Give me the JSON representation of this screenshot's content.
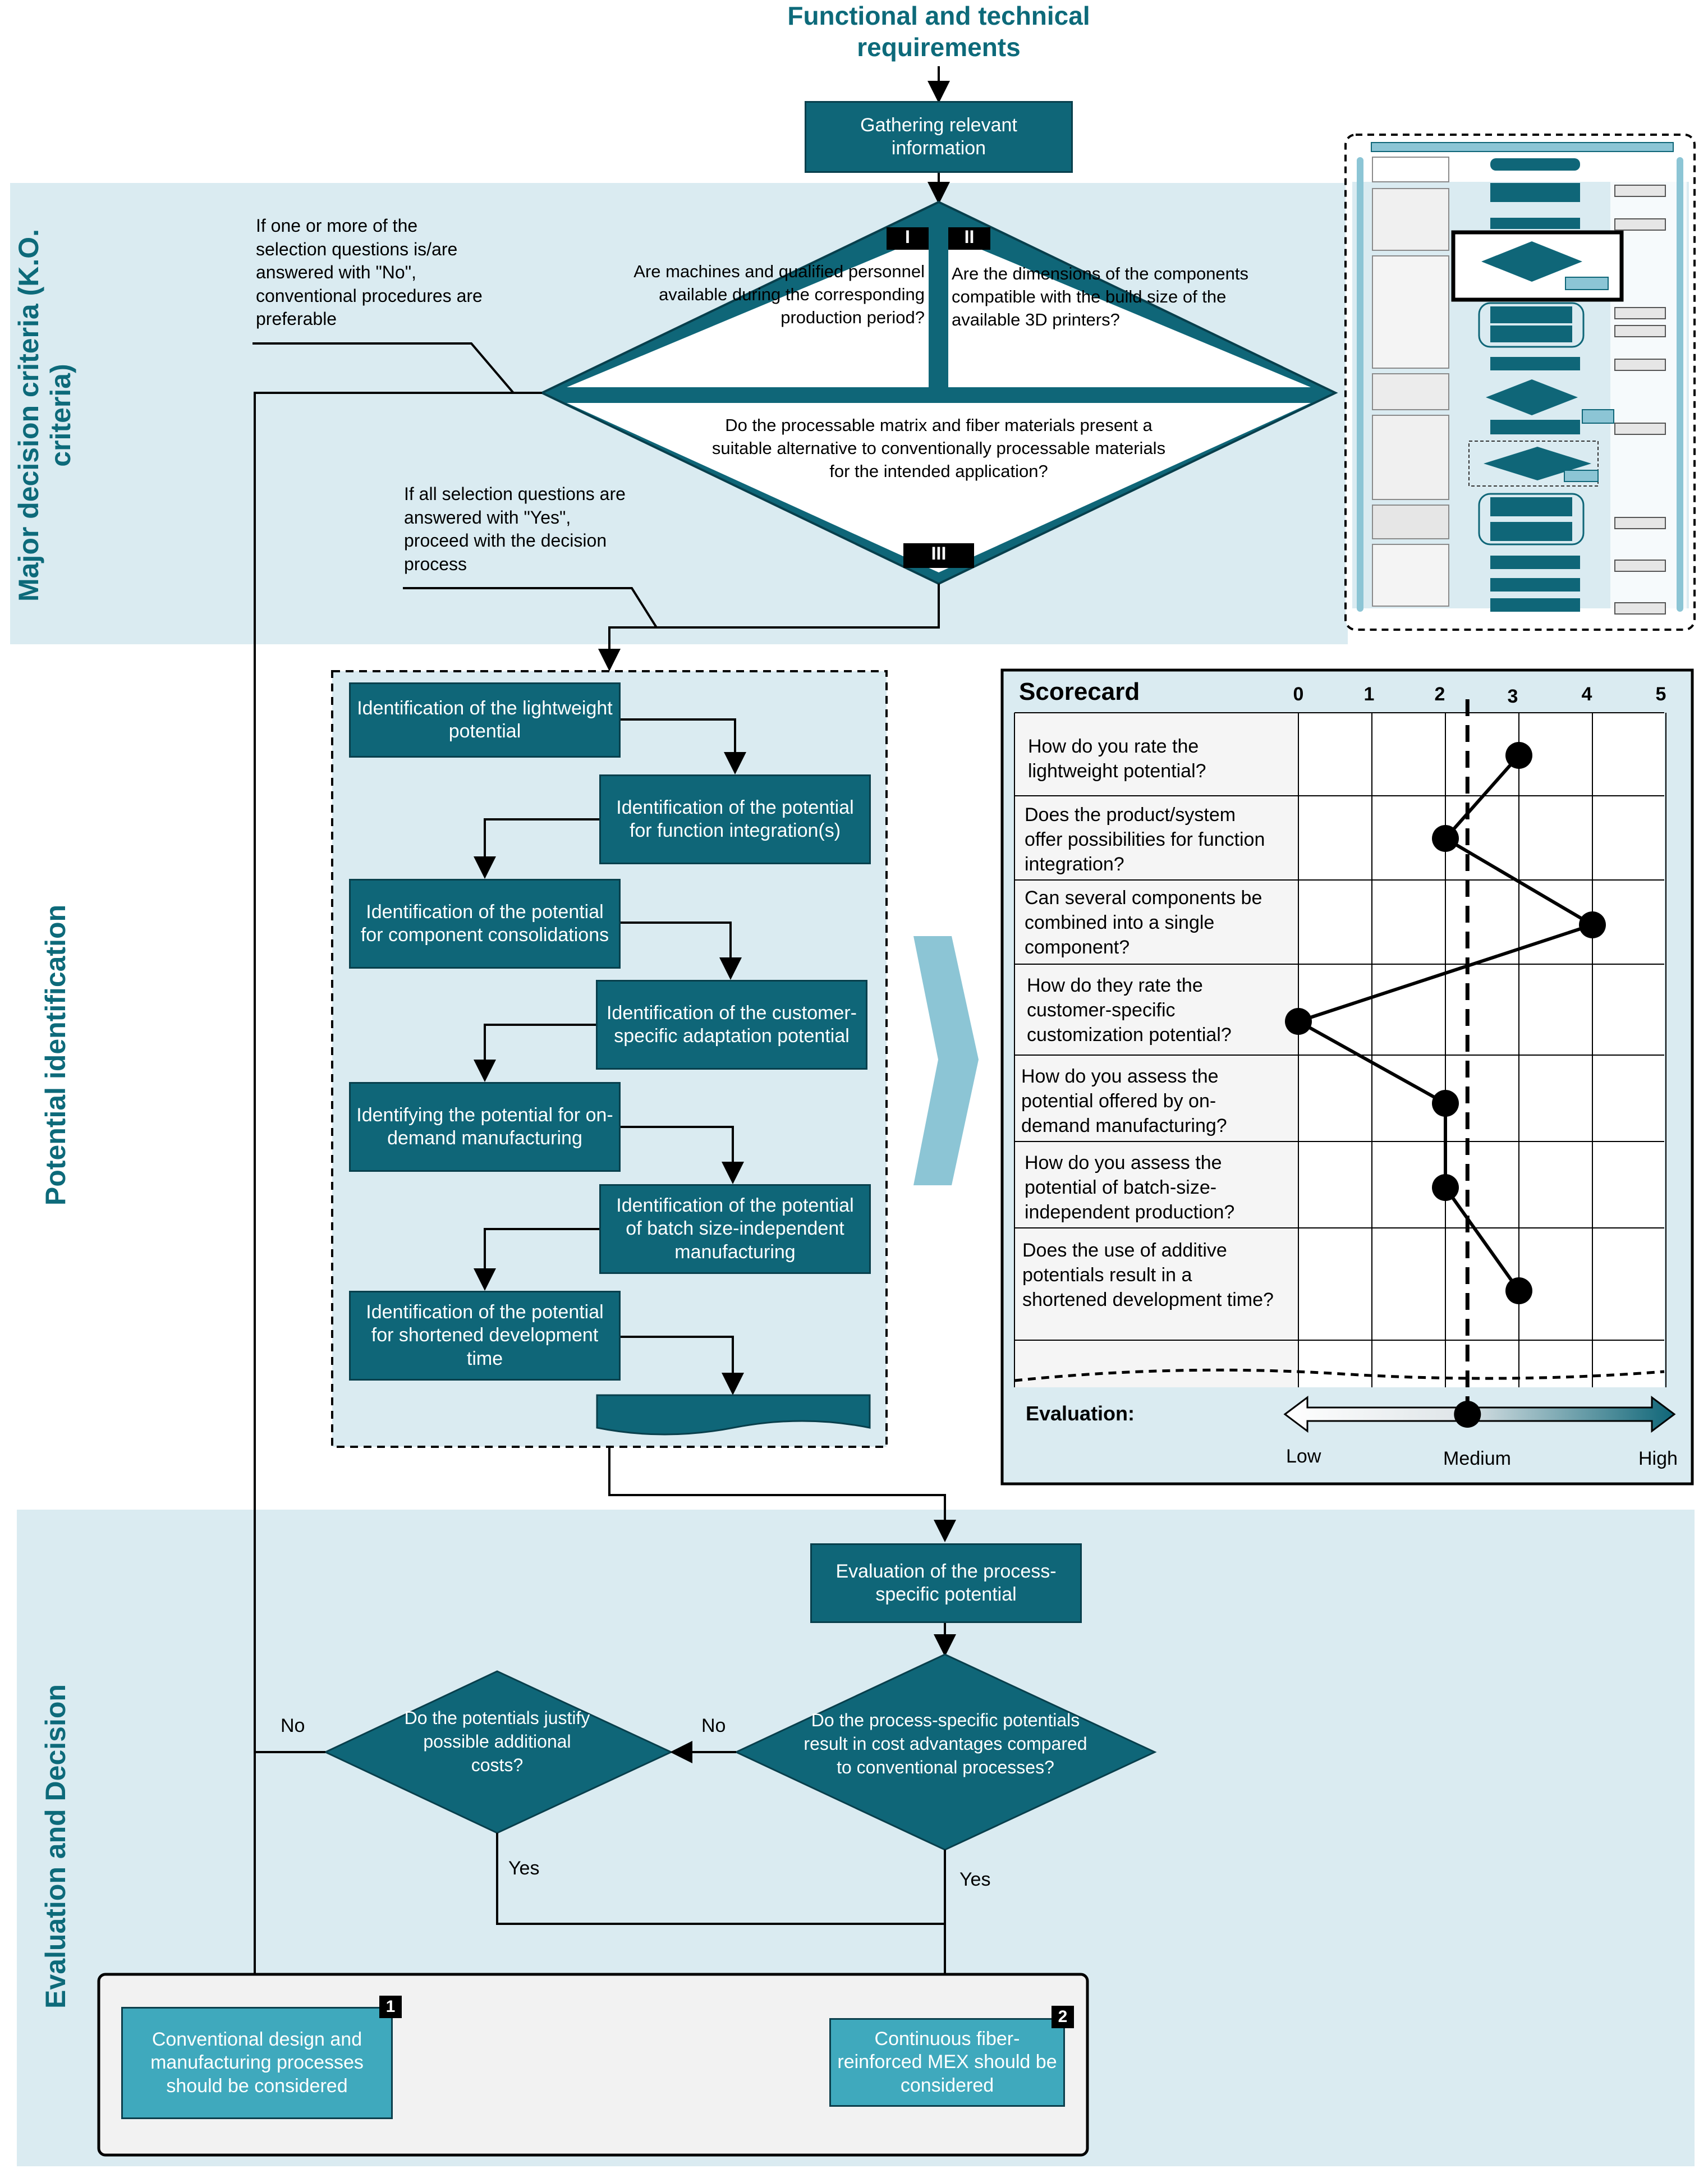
{
  "header": {
    "title": "Functional and technical requirements"
  },
  "sections": {
    "major": "Major decision criteria (K.O. criteria)",
    "potential": "Potential identification",
    "evaluation": "Evaluation and Decision"
  },
  "gathering_box": "Gathering relevant information",
  "ko": {
    "q1_label": "I",
    "q1_text": "Are machines and qualified personnel available during the corresponding production period?",
    "q2_label": "II",
    "q2_text": "Are the dimensions of the components compatible with the  build size of the available 3D printers?",
    "q3_label": "III",
    "q3_text": "Do the processable matrix and fiber materials present a suitable alternative to conventionally processable materials for the intended application?",
    "note_no": "If one or more of the selection questions is/are answered with \"No\", conventional procedures are preferable",
    "note_yes": "If all selection questions are answered with \"Yes\", proceed with the decision process"
  },
  "potential_steps": [
    "Identification of the lightweight potential",
    "Identification of the potential for function integration(s)",
    "Identification of the potential for component consolidations",
    "Identification of the customer-specific adaptation potential",
    "Identifying the potential for on-demand manufacturing",
    "Identification of the potential of batch size-independent manufacturing",
    "Identification of the potential for shortened development time"
  ],
  "scorecard": {
    "title": "Scorecard",
    "scale": [
      "0",
      "1",
      "2",
      "3",
      "4",
      "5"
    ],
    "questions": [
      "How do you rate the lightweight potential?",
      "Does the product/system offer possibilities for function integration?",
      "Can several components be combined into a single component?",
      "How do they rate the customer-specific customization potential?",
      "How do you assess the potential offered by on-demand manufacturing?",
      "How do you assess the potential of batch-size-independent production?",
      "Does the use of additive potentials result in a shortened development time?"
    ],
    "scores": [
      3,
      2,
      4,
      0,
      2,
      2,
      3
    ],
    "mean_line": 2.3,
    "evaluation_label": "Evaluation:",
    "eval_low": "Low",
    "eval_medium": "Medium",
    "eval_high": "High"
  },
  "evaluation": {
    "process_box": "Evaluation of the process-specific potential",
    "cost_question": "Do the process-specific potentials result in cost advantages compared to conventional processes?",
    "justify_question": "Do the potentials justify possible additional costs?",
    "no1": "No",
    "no2": "No",
    "yes1": "Yes",
    "yes2": "Yes"
  },
  "outcomes": {
    "badge1": "1",
    "outcome1": "Conventional design and manufacturing processes should be considered",
    "badge2": "2",
    "outcome2": "Continuous fiber-reinforced MEX should be considered"
  },
  "colors": {
    "dark_teal": "#0f6678",
    "light_teal": "#3fa9bd",
    "band": "#daebf1",
    "label": "#0d6a7a"
  }
}
